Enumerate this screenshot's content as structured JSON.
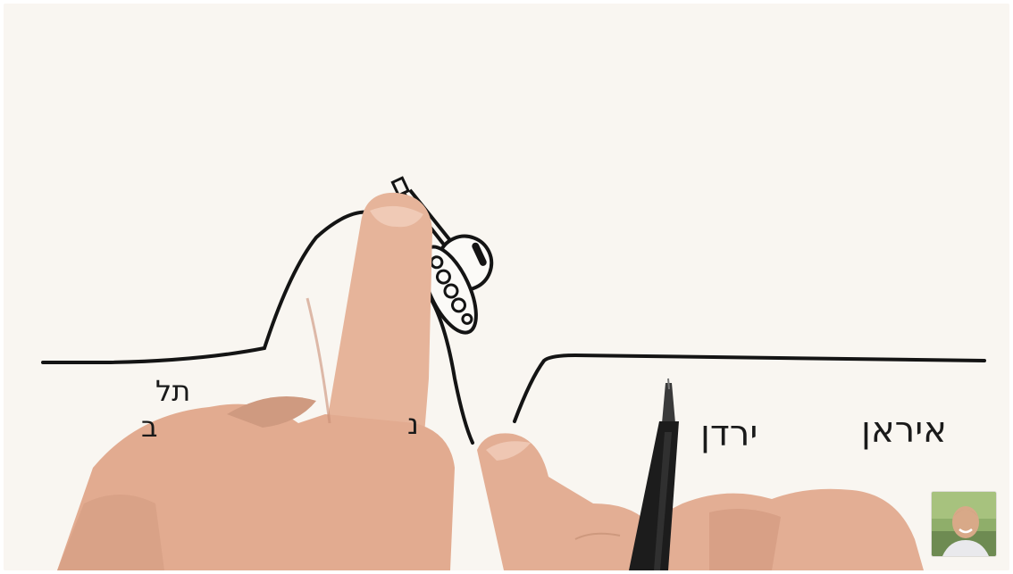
{
  "labels": {
    "iran": "איראן",
    "jordan": "ירדן",
    "tel_aviv_line1": "תל",
    "tel_aviv_line2": "ב",
    "partial_left_of_hill": "נ"
  },
  "colors": {
    "paper": "#f9f6f1",
    "ink": "#141414",
    "skin": "#e6b49a",
    "skin_shadow": "#c98f76",
    "pen_body": "#1c1c1c"
  },
  "icons": {
    "thumbnail": "presenter-avatar-thumbnail"
  }
}
